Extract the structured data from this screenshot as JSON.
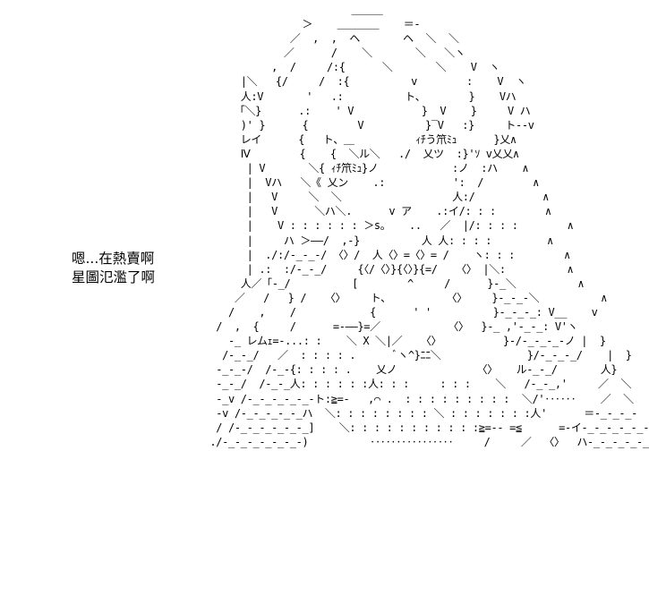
{
  "caption": {
    "line1": "嗯...在熱賣啊",
    "line2": "星圖氾濫了啊"
  },
  "ascii_art": "                            ＿＿＿\n                    ＞    ＿＿＿＿    ＝-\n                  ／  ,  ,  ヘ       ヘ  ＼  ＼\n                 ／      /    ＼       ＼   ＼ヽ\n               ,  /     /:{      ＼       ＼    V  ヽ\n          |＼   {/     /  :{          v        :    V  ヽ\n          人:V       '   .:          ト、       }    Vハ\n         「＼}      .:    ' V           }  V    }     V ハ\n          )' }      {        V          }‾V   :}     ト‐‐v\n          レイ      {   ト、＿          ｨﾁう笊ﾐｭ      }乂∧\n          Ⅳ        {    {  ＼ル＼   ./  乂ツ  :}'ｿ v乂乂∧\n           | V       ＼{ ｨﾁ笊ﾐｭ}ノ            :ノ  :ハ    ∧\n           |  Vハ   ＼《 乂ン    .:           ':  /        ∧\n           |   V     ＼  ＼                  人:/           ∧\n           |   V      ＼ハ＼.      v ア    .:イ/: : :        ∧\n           |    V : : : : : : ＞s。   ..   ／  |/: : : :        ∧\n           |     ハ ＞――/  ,-}          人 人: : : :         ∧\n           |  ./:/-_-_-/ 〈〉/  人〈〉=〈〉= /    ヽ: : :        ∧\n           | .:  :/-_-_/     {〈/〈〉}{〈〉}{=/   〈〉 |＼:          ∧\n          人／「-_/          [        ^     /      }-_＼          ∧\n         ／   /   } /   〈〉    ト、         〈〉    }-_-_-＼          ∧\n        /    ,    /            {      ' '          }-_-_-_: V__    v\n      /  ,  {     /      =-――}=／           〈〉  }-_ ,'-_-_: V'ヽ\n        -_ レムｪ=-...: :    ＼ X ＼|／   〈〉          }-/-_-_-_-ノ |  }\n       /-_-_/   ／  : : : : .      ﾞヽ^}ﾆﾆ＼              }/-_-_-_/    |  }\n      -_-_-/  /-_-{: : : : .    乂ノ             〈〉   ル-_-_/       人}\n      -_-_/  /-_-_人: : : : : :人: : :     : : :    ＼   /-_-_,'     ／  ＼\n      -_v /-_-_-_-_-_-ト:≧=-   ,⌒ .  : : : : : : : : :  ＼/'‥‥‥    ／  ＼\n      -v /-_-_-_-_-_ハ  ＼: : : : : : : : ＼ : : : : : : :人'      ＝-_-_-_-   ＼\n      / /-_-_-_-_-_-_]    ＼: : : : : : : : : : :≧=-- =≦      =-イ-_-_-_-_-_-ハ\n     ./-_-_-_-_-_-_-)          ‥‥‥‥‥‥‥‥     /     ／  〈〉  ハ-_-_-_-_-_-_{"
}
